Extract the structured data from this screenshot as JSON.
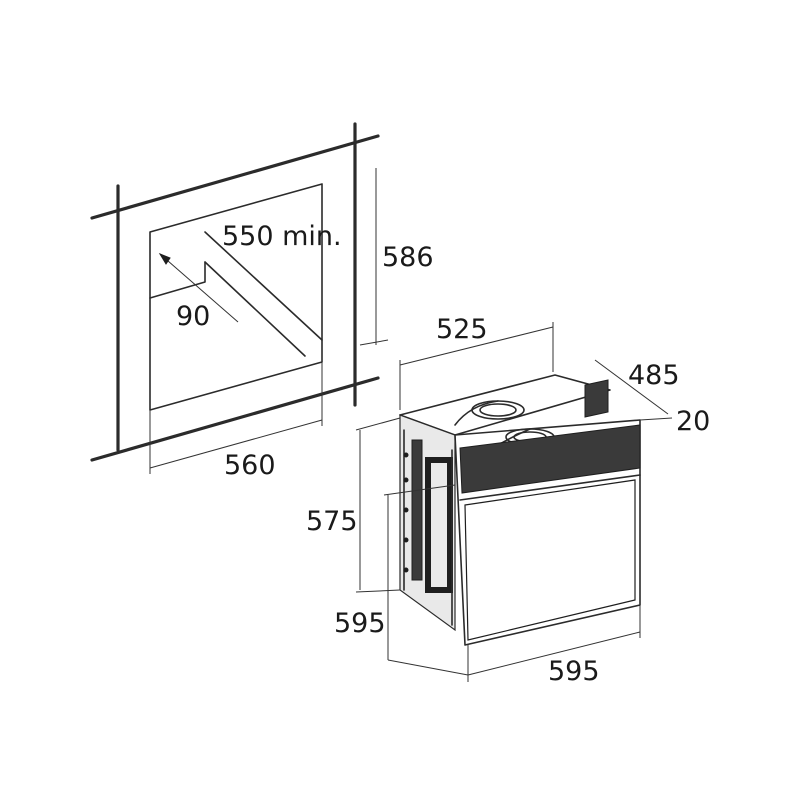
{
  "cutout": {
    "depth_min": "550 min.",
    "height": "586",
    "vent": "90",
    "width": "560"
  },
  "oven": {
    "top_width": "525",
    "depth": "485",
    "door_thickness": "20",
    "side_height": "575",
    "front_height": "595",
    "front_width": "595"
  }
}
